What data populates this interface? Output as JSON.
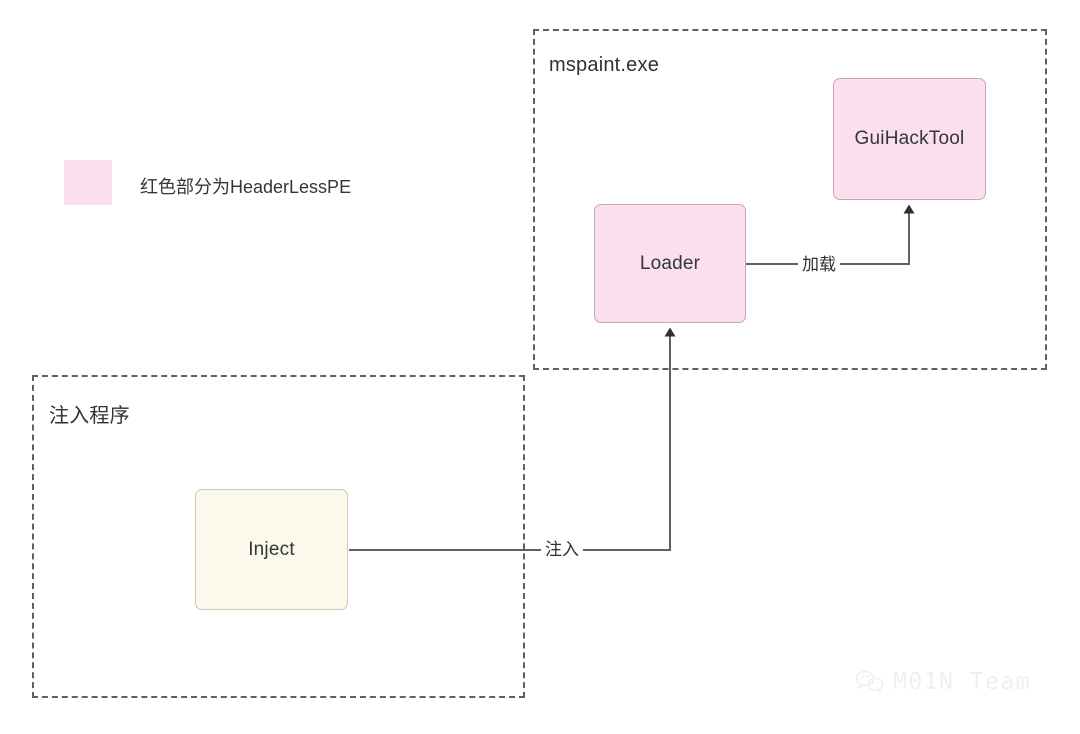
{
  "diagram": {
    "title_hidden": "",
    "background": "#ffffff",
    "colors": {
      "pink_fill": "#fbdfee",
      "pink_border": "#c6a5b6",
      "cream_fill": "#fbf8ec",
      "cream_border": "#cfc9ad",
      "dashed_border": "#5c6069",
      "text": "#33373b",
      "wire": "#5c6069"
    }
  },
  "legend": {
    "swatch_color": "#fbdfee",
    "text": "红色部分为HeaderLessPE"
  },
  "groups": [
    {
      "id": "mspaint-group",
      "label": "mspaint.exe"
    },
    {
      "id": "injector-group",
      "label": "注入程序"
    }
  ],
  "nodes": [
    {
      "id": "guihacktool",
      "label": "GuiHackTool",
      "style": "pink"
    },
    {
      "id": "loader",
      "label": "Loader",
      "style": "pink"
    },
    {
      "id": "inject",
      "label": "Inject",
      "style": "cream"
    }
  ],
  "edges": [
    {
      "id": "loader-to-guihacktool",
      "label": "加载",
      "from": "loader",
      "to": "guihacktool"
    },
    {
      "id": "inject-to-loader",
      "label": "注入",
      "from": "inject",
      "to": "loader"
    }
  ],
  "watermark": {
    "icon": "wechat-icon",
    "text": "M01N Team"
  }
}
